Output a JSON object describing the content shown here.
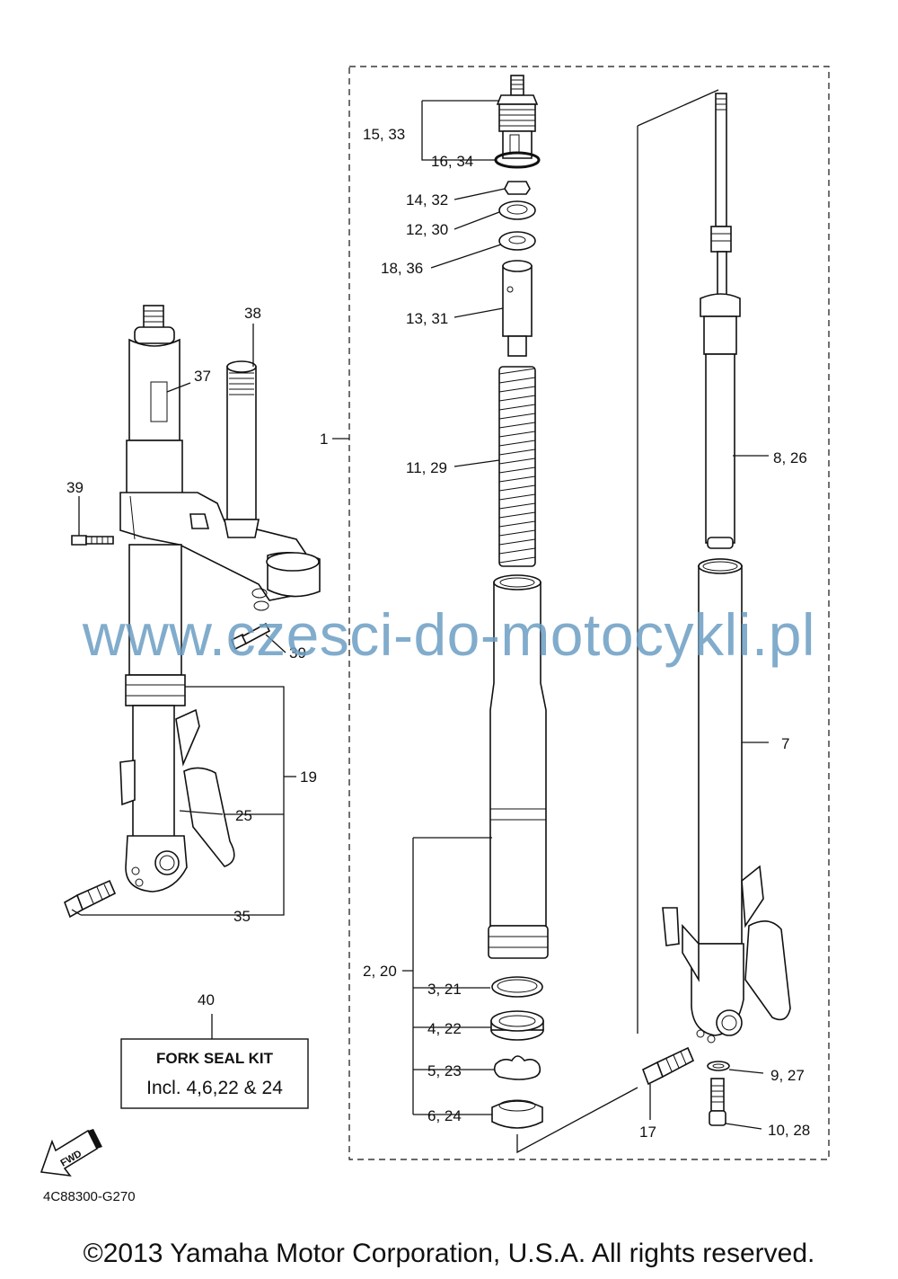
{
  "callouts": {
    "c1": "1",
    "c2_20": "2, 20",
    "c3_21": "3, 21",
    "c4_22": "4, 22",
    "c5_23": "5, 23",
    "c6_24": "6, 24",
    "c7": "7",
    "c8_26": "8, 26",
    "c9_27": "9, 27",
    "c10_28": "10, 28",
    "c11_29": "11, 29",
    "c12_30": "12, 30",
    "c13_31": "13, 31",
    "c14_32": "14, 32",
    "c15_33": "15, 33",
    "c16_34": "16, 34",
    "c17": "17",
    "c18_36": "18, 36",
    "c19": "19",
    "c25": "25",
    "c35": "35",
    "c37": "37",
    "c38": "38",
    "c39a": "39",
    "c39b": "39",
    "c40": "40"
  },
  "kit_box": {
    "title": "FORK SEAL KIT",
    "contents": "Incl. 4,6,22 & 24"
  },
  "fwd_label": "FWD",
  "diagram_code": "4C88300-G270",
  "watermark": "www.czesci-do-motocykli.pl",
  "copyright": "©2013 Yamaha Motor Corporation, U.S.A. All rights reserved."
}
